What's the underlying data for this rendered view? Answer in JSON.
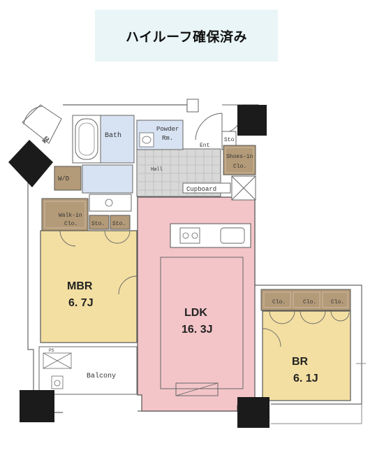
{
  "banner": {
    "text": "ハイルーフ確保済み",
    "color": "#e9f5f6"
  },
  "rooms": {
    "mbr": {
      "name": "MBR",
      "size": "6. 7J",
      "color": "#f3dfa2"
    },
    "ldk": {
      "name": "LDK",
      "size": "16. 3J",
      "color": "#f3c5c9"
    },
    "br": {
      "name": "BR",
      "size": "6. 1J",
      "color": "#f3dfa2"
    }
  },
  "labels": {
    "bath": "Bath",
    "powder1": "Powder",
    "powder2": "Rm.",
    "ent": "Ent",
    "sto": "Sto",
    "shoes1": "Shoes-in",
    "shoes2": "Clo.",
    "cupboard": "Cupboard",
    "wd": "W/D",
    "walkin1": "Walk-in",
    "walkin2": "Clo.",
    "sto2": "Sto.",
    "sto3": "Sto.",
    "balcony": "Balcony",
    "clo1": "Clo.",
    "clo2": "Clo.",
    "clo3": "Clo.",
    "ps": "PS",
    "hall": "Hall",
    "cr": "KC"
  },
  "colors": {
    "storage": "#b39a78",
    "wet": "#d7e2f2",
    "floor": "#d8d8d8",
    "column": "#1b1b1b"
  }
}
